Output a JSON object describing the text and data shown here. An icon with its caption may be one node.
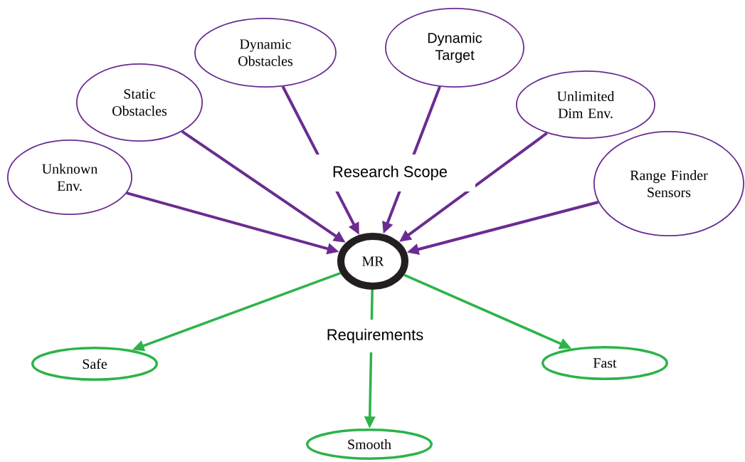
{
  "diagram": {
    "nodes": [
      {
        "text": [
          "Unknown Env."
        ]
      },
      {
        "text": [
          "Static Obstacles"
        ]
      },
      {
        "text": [
          "Dynamic Obstacles"
        ]
      },
      {
        "text": [
          "Dynamic Target"
        ]
      },
      {
        "text": [
          "Unlimited Dim Env."
        ]
      },
      {
        "text": [
          "Range Finder Sensors"
        ]
      },
      {
        "text": [
          "MR"
        ]
      },
      {
        "text": [
          "Safe"
        ]
      },
      {
        "text": [
          "Fast"
        ]
      },
      {
        "text": [
          "Smooth"
        ]
      }
    ],
    "edges": [
      {
        "from": 0,
        "to": 6,
        "arrow": "to"
      },
      {
        "from": 1,
        "to": 6,
        "arrow": "to"
      },
      {
        "from": 2,
        "to": 6,
        "arrow": "to"
      },
      {
        "from": 3,
        "to": 6,
        "arrow": "to"
      },
      {
        "from": 4,
        "to": 6,
        "arrow": "to"
      },
      {
        "from": 5,
        "to": 6,
        "arrow": "to"
      },
      {
        "from": 6,
        "to": 7,
        "arrow": "to",
        "color": "#2db34a"
      },
      {
        "from": 6,
        "to": 9,
        "arrow": "to",
        "color": "#2db34a"
      },
      {
        "from": 6,
        "to": 8,
        "arrow": "to",
        "color": "#2db34a"
      }
    ],
    "labels": [
      "Research Scope",
      "Requirements"
    ]
  }
}
